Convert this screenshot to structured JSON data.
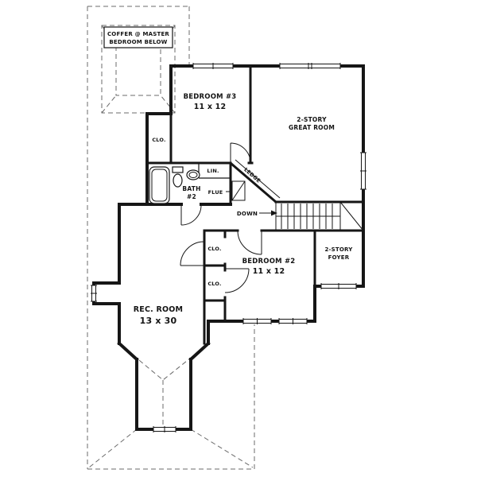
{
  "rooms": {
    "bedroom3": {
      "name": "BEDROOM #3",
      "dim": "11 x 12"
    },
    "great_room": {
      "name_line1": "2-STORY",
      "name_line2": "GREAT ROOM"
    },
    "bedroom2": {
      "name": "BEDROOM #2",
      "dim": "11 x 12"
    },
    "foyer": {
      "name_line1": "2-STORY",
      "name_line2": "FOYER"
    },
    "rec_room": {
      "name": "REC. ROOM",
      "dim": "13 x 30"
    },
    "bath2": {
      "name_line1": "BATH",
      "name_line2": "#2"
    }
  },
  "annotations": {
    "coffer_line1": "COFFER @ MASTER",
    "coffer_line2": "BEDROOM BELOW",
    "closet_hall": "CLO.",
    "linen": "LIN.",
    "flue": "FLUE",
    "ledge": "LEDGE",
    "stairs_down": "DOWN",
    "closet_bedroom2_top": "CLO.",
    "closet_bedroom2_bottom": "CLO."
  },
  "colors": {
    "wall": "#161616",
    "dashed_lines": "#6b6b6b",
    "background": "#ffffff"
  }
}
